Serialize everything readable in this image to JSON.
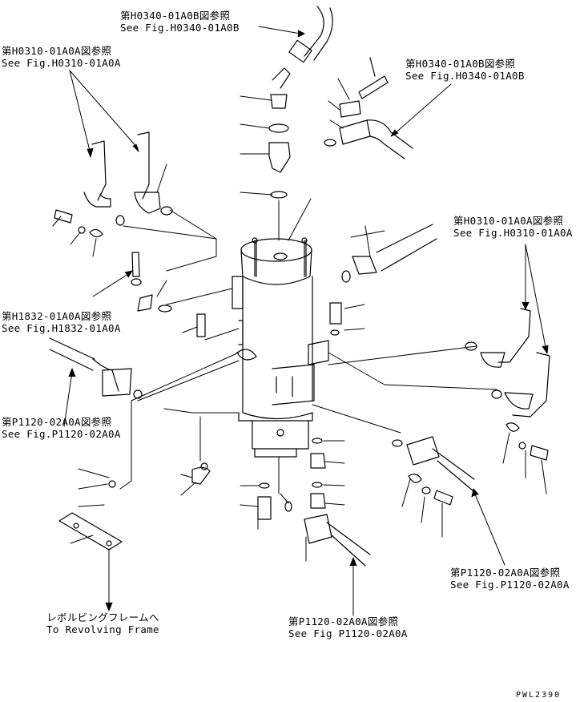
{
  "callouts": {
    "top_center": {
      "jp": "第H0340-01A0B図参照",
      "en": "See Fig.H0340-01A0B"
    },
    "top_left": {
      "jp": "第H0310-01A0A図参照",
      "en": "See Fig.H0310-01A0A"
    },
    "top_right": {
      "jp": "第H0340-01A0B図参照",
      "en": "See Fig.H0340-01A0B"
    },
    "mid_right": {
      "jp": "第H0310-01A0A図参照",
      "en": "See Fig.H0310-01A0A"
    },
    "mid_left": {
      "jp": "第H1832-01A0A図参照",
      "en": "See Fig.H1832-01A0A"
    },
    "low_left": {
      "jp": "第P1120-02A0A図参照",
      "en": "See Fig.P1120-02A0A"
    },
    "low_right": {
      "jp": "第P1120-02A0A図参照",
      "en": "See Fig.P1120-02A0A"
    },
    "bottom_center": {
      "jp": "第P1120-02A0A図参照",
      "en": "See Fig P1120-02A0A"
    },
    "revolving_frame": {
      "jp": "レボルビングフレームへ",
      "en": "To Revolving Frame"
    }
  },
  "drawing_code": "PWL2390"
}
